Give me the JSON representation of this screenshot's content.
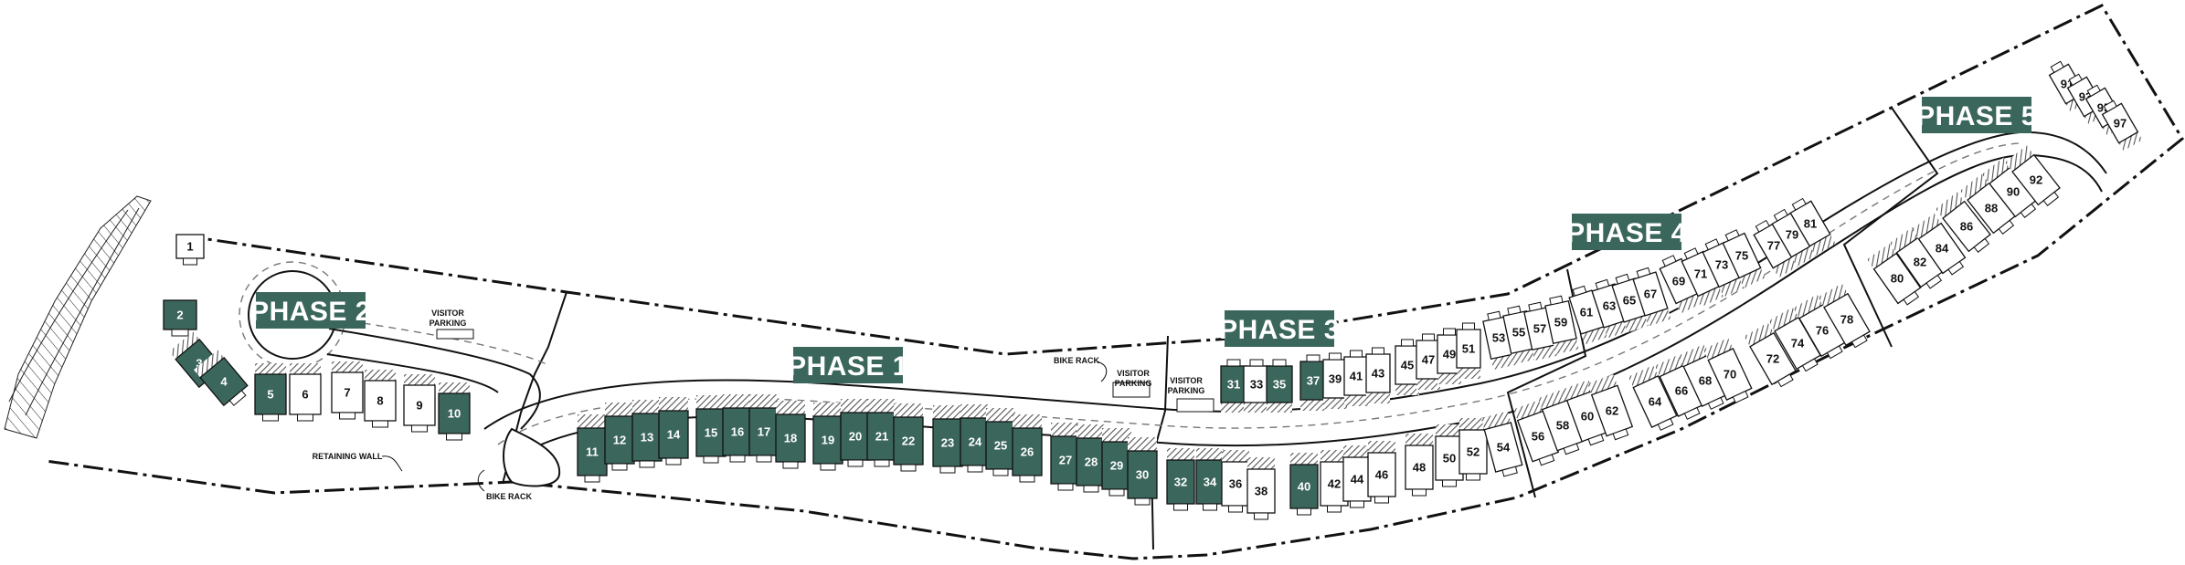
{
  "phases": [
    {
      "label": "PHASE 1"
    },
    {
      "label": "PHASE 2"
    },
    {
      "label": "PHASE 3"
    },
    {
      "label": "PHASE 4"
    },
    {
      "label": "PHASE 5"
    }
  ],
  "annotations": {
    "visitor_parking_1": [
      "VISITOR",
      "PARKING"
    ],
    "visitor_parking_2": [
      "VISITOR",
      "PARKING"
    ],
    "visitor_parking_3": [
      "VISITOR",
      "PARKING"
    ],
    "bike_rack_1": "BIKE RACK",
    "bike_rack_2": "BIKE RACK",
    "retaining_wall": "RETAINING WALL"
  },
  "colors": {
    "phase_tag": "#3b665c",
    "highlighted_lot": "#3b665c",
    "lot_outline": "#111111",
    "garage_hatch": "#555555"
  },
  "lots": [
    {
      "n": "1",
      "highlighted": false
    },
    {
      "n": "2",
      "highlighted": true
    },
    {
      "n": "3",
      "highlighted": true
    },
    {
      "n": "4",
      "highlighted": true
    },
    {
      "n": "5",
      "highlighted": true
    },
    {
      "n": "6",
      "highlighted": false
    },
    {
      "n": "7",
      "highlighted": false
    },
    {
      "n": "8",
      "highlighted": false
    },
    {
      "n": "9",
      "highlighted": false
    },
    {
      "n": "10",
      "highlighted": true
    },
    {
      "n": "11",
      "highlighted": true
    },
    {
      "n": "12",
      "highlighted": true
    },
    {
      "n": "13",
      "highlighted": true
    },
    {
      "n": "14",
      "highlighted": true
    },
    {
      "n": "15",
      "highlighted": true
    },
    {
      "n": "16",
      "highlighted": true
    },
    {
      "n": "17",
      "highlighted": true
    },
    {
      "n": "18",
      "highlighted": true
    },
    {
      "n": "19",
      "highlighted": true
    },
    {
      "n": "20",
      "highlighted": true
    },
    {
      "n": "21",
      "highlighted": true
    },
    {
      "n": "22",
      "highlighted": true
    },
    {
      "n": "23",
      "highlighted": true
    },
    {
      "n": "24",
      "highlighted": true
    },
    {
      "n": "25",
      "highlighted": true
    },
    {
      "n": "26",
      "highlighted": true
    },
    {
      "n": "27",
      "highlighted": true
    },
    {
      "n": "28",
      "highlighted": true
    },
    {
      "n": "29",
      "highlighted": true
    },
    {
      "n": "30",
      "highlighted": true
    },
    {
      "n": "31",
      "highlighted": true
    },
    {
      "n": "32",
      "highlighted": true
    },
    {
      "n": "33",
      "highlighted": false
    },
    {
      "n": "34",
      "highlighted": true
    },
    {
      "n": "35",
      "highlighted": true
    },
    {
      "n": "36",
      "highlighted": false
    },
    {
      "n": "37",
      "highlighted": true
    },
    {
      "n": "38",
      "highlighted": false
    },
    {
      "n": "39",
      "highlighted": false
    },
    {
      "n": "40",
      "highlighted": true
    },
    {
      "n": "41",
      "highlighted": false
    },
    {
      "n": "42",
      "highlighted": false
    },
    {
      "n": "43",
      "highlighted": false
    },
    {
      "n": "44",
      "highlighted": false
    },
    {
      "n": "45",
      "highlighted": false
    },
    {
      "n": "46",
      "highlighted": false
    },
    {
      "n": "47",
      "highlighted": false
    },
    {
      "n": "48",
      "highlighted": false
    },
    {
      "n": "49",
      "highlighted": false
    },
    {
      "n": "50",
      "highlighted": false
    },
    {
      "n": "51",
      "highlighted": false
    },
    {
      "n": "52",
      "highlighted": false
    },
    {
      "n": "53",
      "highlighted": false
    },
    {
      "n": "54",
      "highlighted": false
    },
    {
      "n": "55",
      "highlighted": false
    },
    {
      "n": "56",
      "highlighted": false
    },
    {
      "n": "57",
      "highlighted": false
    },
    {
      "n": "58",
      "highlighted": false
    },
    {
      "n": "59",
      "highlighted": false
    },
    {
      "n": "60",
      "highlighted": false
    },
    {
      "n": "61",
      "highlighted": false
    },
    {
      "n": "62",
      "highlighted": false
    },
    {
      "n": "63",
      "highlighted": false
    },
    {
      "n": "64",
      "highlighted": false
    },
    {
      "n": "65",
      "highlighted": false
    },
    {
      "n": "66",
      "highlighted": false
    },
    {
      "n": "67",
      "highlighted": false
    },
    {
      "n": "68",
      "highlighted": false
    },
    {
      "n": "69",
      "highlighted": false
    },
    {
      "n": "70",
      "highlighted": false
    },
    {
      "n": "71",
      "highlighted": false
    },
    {
      "n": "72",
      "highlighted": false
    },
    {
      "n": "73",
      "highlighted": false
    },
    {
      "n": "74",
      "highlighted": false
    },
    {
      "n": "75",
      "highlighted": false
    },
    {
      "n": "76",
      "highlighted": false
    },
    {
      "n": "77",
      "highlighted": false
    },
    {
      "n": "78",
      "highlighted": false
    },
    {
      "n": "79",
      "highlighted": false
    },
    {
      "n": "80",
      "highlighted": false
    },
    {
      "n": "81",
      "highlighted": false
    },
    {
      "n": "82",
      "highlighted": false
    },
    {
      "n": "84",
      "highlighted": false
    },
    {
      "n": "86",
      "highlighted": false
    },
    {
      "n": "88",
      "highlighted": false
    },
    {
      "n": "90",
      "highlighted": false
    },
    {
      "n": "91",
      "highlighted": false
    },
    {
      "n": "92",
      "highlighted": false
    },
    {
      "n": "93",
      "highlighted": false
    },
    {
      "n": "95",
      "highlighted": false
    },
    {
      "n": "97",
      "highlighted": false
    }
  ]
}
